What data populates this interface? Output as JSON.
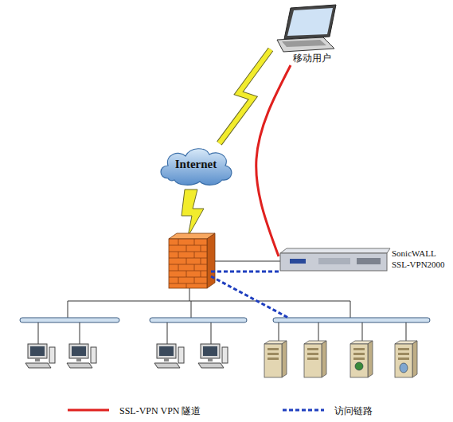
{
  "diagram": {
    "nodes": [
      {
        "text": [
          "移动用户"
        ]
      },
      {
        "text": [
          "Internet"
        ]
      },
      {
        "text": [
          "SonicWALL SSL-VPN2000"
        ]
      }
    ],
    "edges": [
      {
        "from": 0,
        "to": 1,
        "arrow": "none"
      },
      {
        "from": 0,
        "to": 2,
        "arrow": "none"
      }
    ],
    "legend": [
      {
        "text": "SSL-VPN VPN 隧道"
      },
      {
        "text": "访问链路"
      }
    ]
  }
}
